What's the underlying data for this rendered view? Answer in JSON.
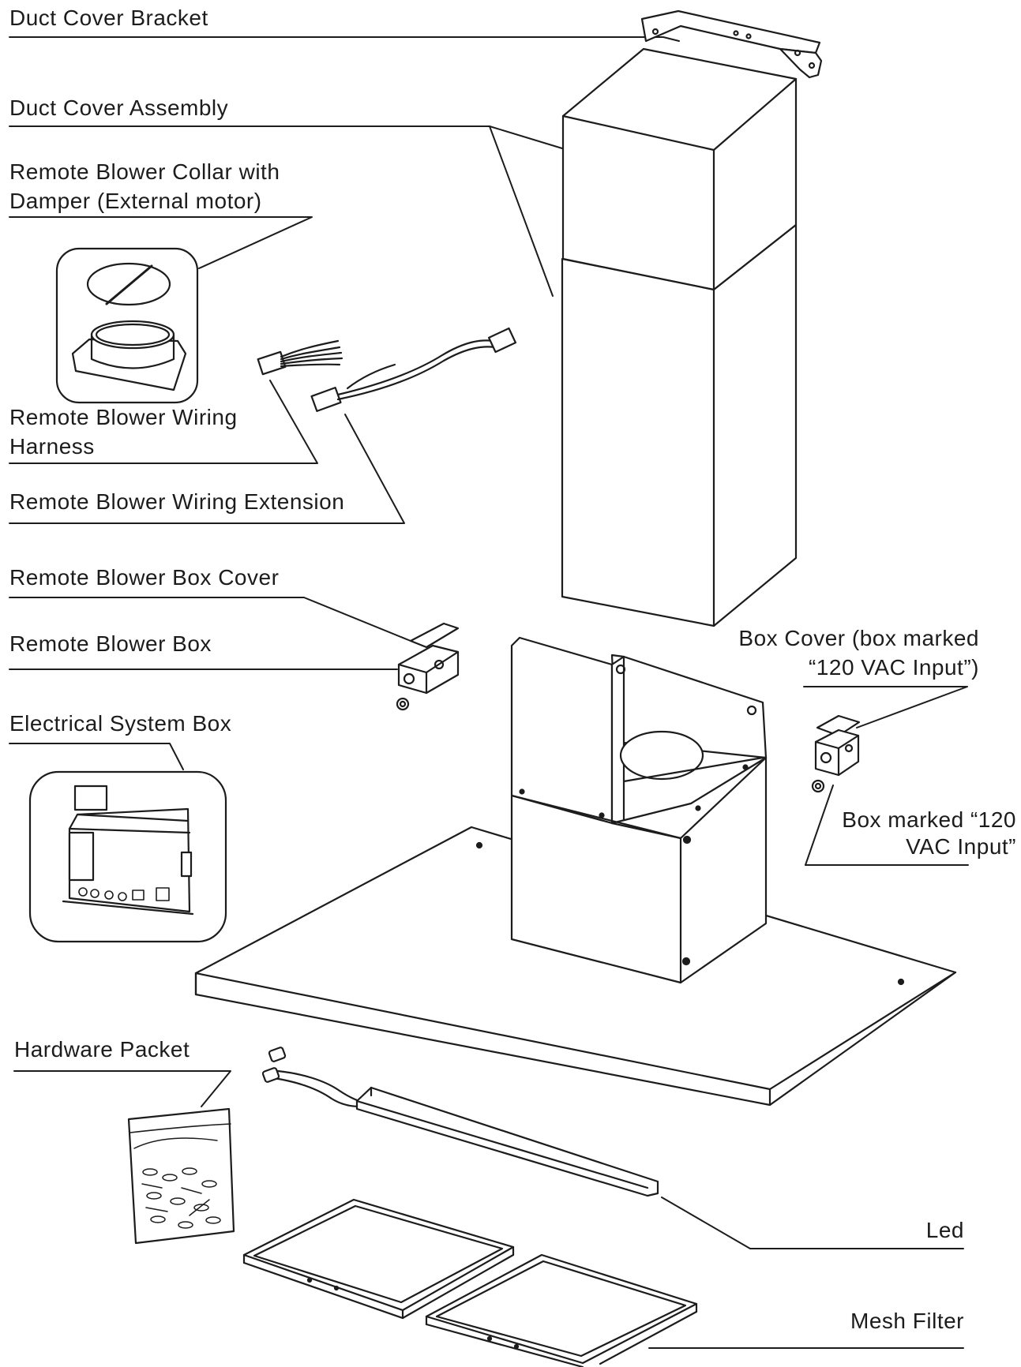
{
  "labels": {
    "duct_cover_bracket": "Duct Cover Bracket",
    "duct_cover_assembly": "Duct Cover Assembly",
    "remote_blower_collar_line1": "Remote Blower Collar with",
    "remote_blower_collar_line2": "Damper (External motor)",
    "remote_blower_wiring_harness_line1": "Remote Blower Wiring",
    "remote_blower_wiring_harness_line2": "Harness",
    "remote_blower_wiring_extension": "Remote Blower Wiring Extension",
    "remote_blower_box_cover": "Remote Blower Box Cover",
    "remote_blower_box": "Remote Blower Box",
    "electrical_system_box": "Electrical System Box",
    "box_cover_line1": "Box Cover (box marked",
    "box_cover_line2": "“120 VAC Input”)",
    "box_marked_line1": "Box marked “120",
    "box_marked_line2": "VAC Input”",
    "hardware_packet": "Hardware Packet",
    "led": "Led",
    "mesh_filter": "Mesh Filter"
  },
  "colors": {
    "ink": "#1c1c1c",
    "fill": "#ffffff",
    "shade": "#d9d9d9"
  }
}
